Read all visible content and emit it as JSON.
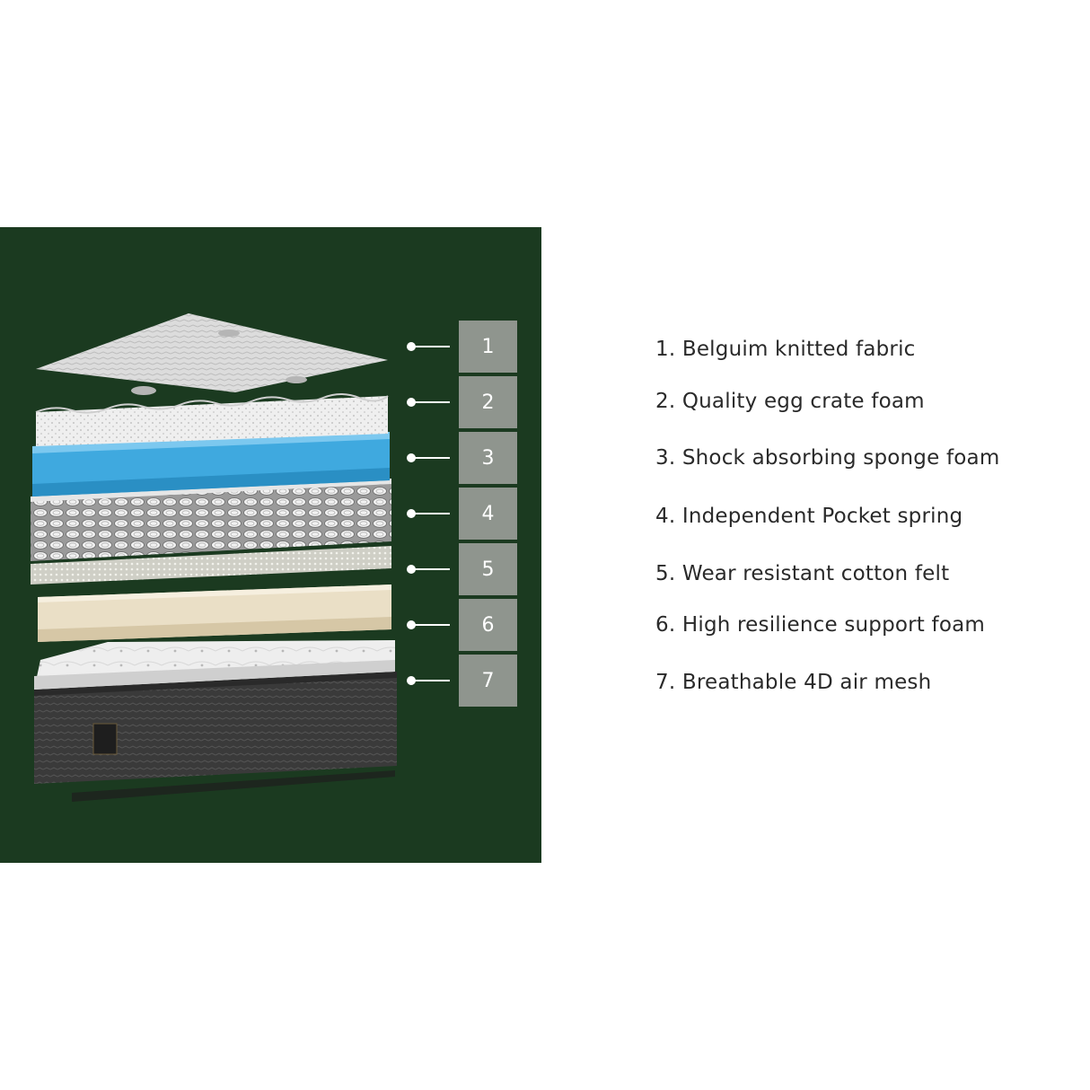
{
  "diagram": {
    "layers": [
      {
        "number": "1",
        "label": "1. Belguim knitted fabric",
        "color": "#d9d9d9"
      },
      {
        "number": "2",
        "label": "2. Quality egg crate foam",
        "color": "#eeeeee"
      },
      {
        "number": "3",
        "label": "3. Shock absorbing sponge foam",
        "color": "#3fa9df"
      },
      {
        "number": "4",
        "label": "4. Independent Pocket spring",
        "color": "#c9c9c9"
      },
      {
        "number": "5",
        "label": "5. Wear resistant cotton felt",
        "color": "#d4d4cc"
      },
      {
        "number": "6",
        "label": "6. High resilience support foam",
        "color": "#e8dcc2"
      },
      {
        "number": "7",
        "label": "7. Breathable 4D air mesh",
        "color": "#eeeeee"
      }
    ],
    "colors": {
      "panel_background": "#1b3a20",
      "marker_box": "#8f958e",
      "marker_line": "#ffffff",
      "mattress_base": "#3a3a3a"
    }
  }
}
